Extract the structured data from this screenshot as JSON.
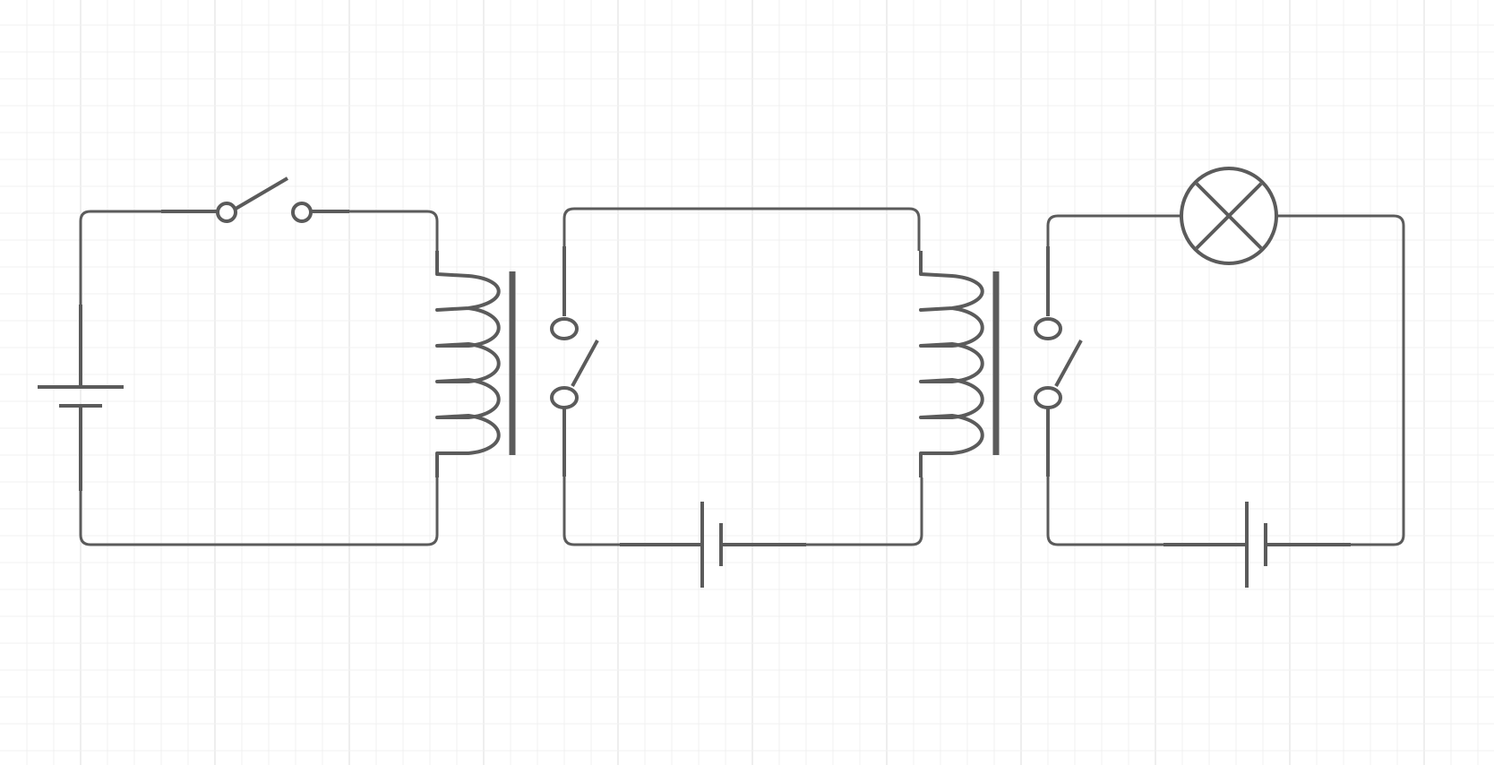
{
  "canvas": {
    "background": "#ffffff",
    "grid_minor_color": "#f1f1f1",
    "grid_major_color": "#e3e3e3",
    "stroke_color": "#5b5b5b"
  },
  "circuits": [
    {
      "id": "circuit-1",
      "components": [
        "battery",
        "open-switch",
        "relay-coil"
      ]
    },
    {
      "id": "circuit-2",
      "components": [
        "relay-contact",
        "relay-coil",
        "battery"
      ]
    },
    {
      "id": "circuit-3",
      "components": [
        "relay-contact",
        "lamp",
        "battery"
      ]
    }
  ],
  "relay_cores": 2
}
